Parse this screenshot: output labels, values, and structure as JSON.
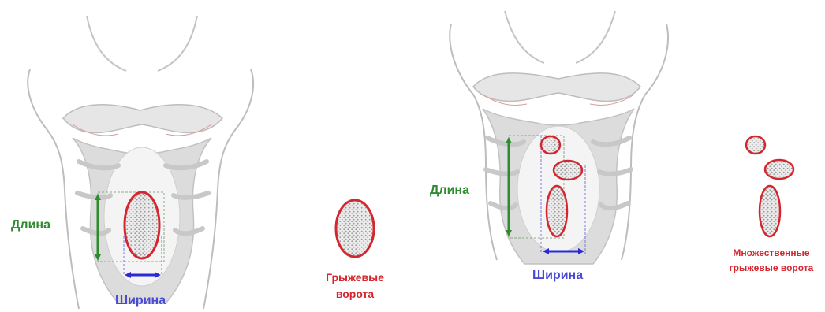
{
  "left_panel": {
    "length_label": "Длина",
    "width_label": "Ширина",
    "defect_label_line1": "Грыжевые",
    "defect_label_line2": "ворота"
  },
  "right_panel": {
    "length_label": "Длина",
    "width_label": "Ширина",
    "defect_label_line1": "Множественные",
    "defect_label_line2": "грыжевые ворота"
  },
  "colors": {
    "length": "#2e8b2e",
    "width": "#2a2ad6",
    "defect": "#d4262f",
    "skin_outline": "#b9b9b9",
    "muscle_shade": "#d8d8d8"
  },
  "icons": [
    "torso-illustration",
    "double-arrow-vertical",
    "double-arrow-horizontal",
    "hernia-oval"
  ]
}
